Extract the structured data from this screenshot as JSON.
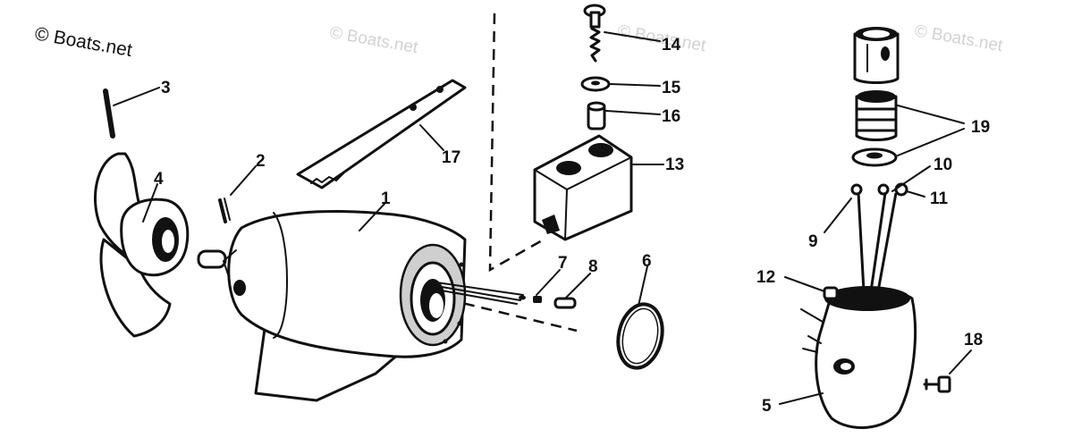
{
  "diagram": {
    "brand_label": "© Boats.net",
    "watermark_text": "© Boats.net",
    "callouts": {
      "c1": "1",
      "c2": "2",
      "c3": "3",
      "c4": "4",
      "c5": "5",
      "c6": "6",
      "c7": "7",
      "c8": "8",
      "c9": "9",
      "c10": "10",
      "c11": "11",
      "c12": "12",
      "c13": "13",
      "c14": "14",
      "c15": "15",
      "c16": "16",
      "c17": "17",
      "c18": "18",
      "c19": "19"
    }
  },
  "colors": {
    "ink": "#111111",
    "watermark": "#d2d2d2",
    "background": "#ffffff"
  }
}
